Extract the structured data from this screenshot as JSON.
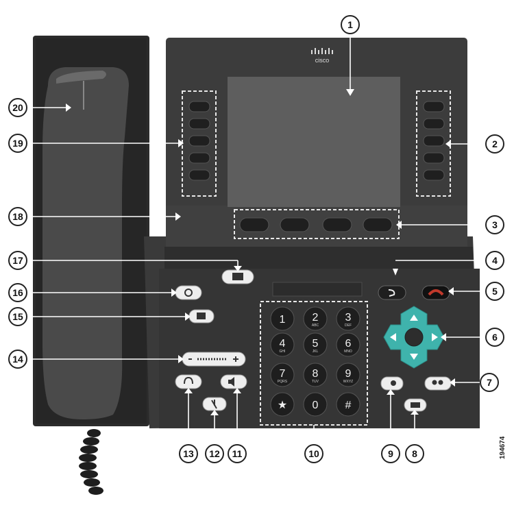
{
  "brand": "cisco",
  "figure_id": "194674",
  "keypad": [
    {
      "digit": "1",
      "letters": ""
    },
    {
      "digit": "2",
      "letters": "ABC"
    },
    {
      "digit": "3",
      "letters": "DEF"
    },
    {
      "digit": "4",
      "letters": "GHI"
    },
    {
      "digit": "5",
      "letters": "JKL"
    },
    {
      "digit": "6",
      "letters": "MNO"
    },
    {
      "digit": "7",
      "letters": "PQRS"
    },
    {
      "digit": "8",
      "letters": "TUV"
    },
    {
      "digit": "9",
      "letters": "WXYZ"
    },
    {
      "digit": "★",
      "letters": ""
    },
    {
      "digit": "0",
      "letters": ""
    },
    {
      "digit": "#",
      "letters": ""
    }
  ],
  "callouts": [
    "1",
    "2",
    "3",
    "4",
    "5",
    "6",
    "7",
    "8",
    "9",
    "10",
    "11",
    "12",
    "13",
    "14",
    "15",
    "16",
    "17",
    "18",
    "19",
    "20"
  ],
  "colors": {
    "body": "#3a3a3a",
    "body_dark": "#2a2a2a",
    "screen": "#5c5c5c",
    "nav_pad": "#3fb3ac",
    "end_call": "#c0392b",
    "dash": "#e8e8e8"
  }
}
